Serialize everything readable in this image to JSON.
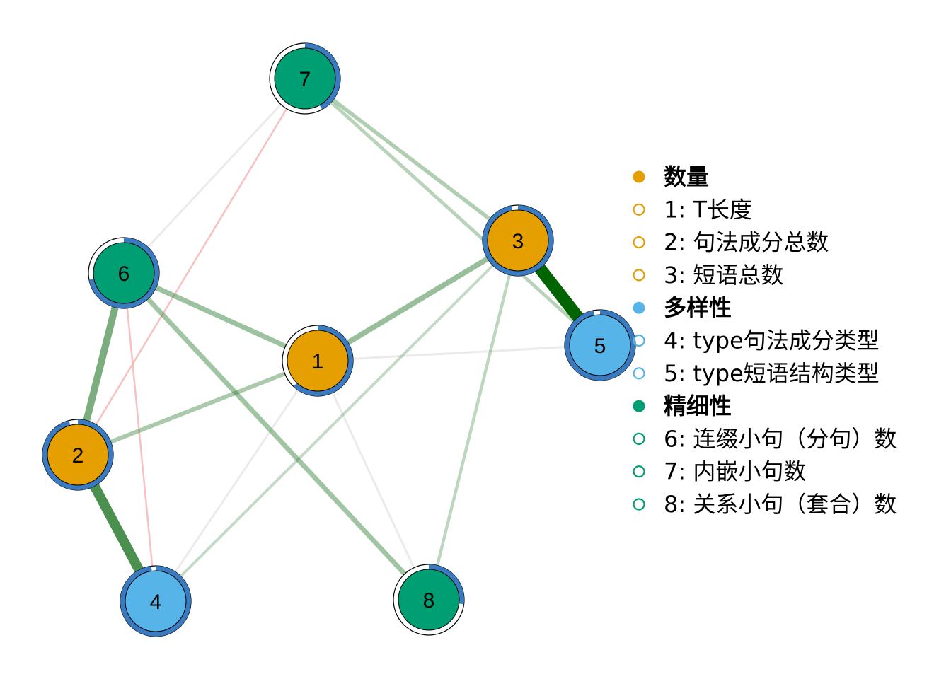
{
  "colors": {
    "quantity": "#E69F00",
    "diversity": "#56B4E9",
    "detail": "#009E73",
    "pie_ring": "#3A7AC0",
    "positive_edge": "#2E7D32",
    "negative_edge": "#F4A6A6",
    "weak_edge": "#CCCCCC"
  },
  "nodes": [
    {
      "id": "1",
      "label": "1",
      "group": "quantity",
      "pie": 0.62
    },
    {
      "id": "2",
      "label": "2",
      "group": "quantity",
      "pie": 0.96
    },
    {
      "id": "3",
      "label": "3",
      "group": "quantity",
      "pie": 0.97
    },
    {
      "id": "4",
      "label": "4",
      "group": "diversity",
      "pie": 0.98
    },
    {
      "id": "5",
      "label": "5",
      "group": "diversity",
      "pie": 0.97
    },
    {
      "id": "6",
      "label": "6",
      "group": "detail",
      "pie": 0.72
    },
    {
      "id": "7",
      "label": "7",
      "group": "detail",
      "pie": 0.42
    },
    {
      "id": "8",
      "label": "8",
      "group": "detail",
      "pie": 0.27
    }
  ],
  "edges": [
    {
      "source": "3",
      "target": "5",
      "sign": "positive",
      "weight": 0.95
    },
    {
      "source": "2",
      "target": "4",
      "sign": "positive",
      "weight": 0.75
    },
    {
      "source": "2",
      "target": "6",
      "sign": "positive",
      "weight": 0.5
    },
    {
      "source": "1",
      "target": "3",
      "sign": "positive",
      "weight": 0.35
    },
    {
      "source": "1",
      "target": "6",
      "sign": "positive",
      "weight": 0.32
    },
    {
      "source": "6",
      "target": "8",
      "sign": "positive",
      "weight": 0.3
    },
    {
      "source": "1",
      "target": "2",
      "sign": "positive",
      "weight": 0.25
    },
    {
      "source": "7",
      "target": "3",
      "sign": "positive",
      "weight": 0.22
    },
    {
      "source": "7",
      "target": "5",
      "sign": "positive",
      "weight": 0.18
    },
    {
      "source": "3",
      "target": "8",
      "sign": "positive",
      "weight": 0.15
    },
    {
      "source": "3",
      "target": "4",
      "sign": "positive",
      "weight": 0.12
    },
    {
      "source": "7",
      "target": "6",
      "sign": "weak",
      "weight": 0.15
    },
    {
      "source": "1",
      "target": "4",
      "sign": "weak",
      "weight": 0.1
    },
    {
      "source": "1",
      "target": "8",
      "sign": "weak",
      "weight": 0.06
    },
    {
      "source": "1",
      "target": "5",
      "sign": "weak",
      "weight": 0.06
    },
    {
      "source": "7",
      "target": "2",
      "sign": "negative",
      "weight": 0.12
    },
    {
      "source": "6",
      "target": "4",
      "sign": "negative",
      "weight": 0.1
    }
  ],
  "legend": [
    {
      "type": "group",
      "key": "quantity",
      "text": "数量"
    },
    {
      "type": "item",
      "key": "quantity",
      "text": "1: T长度"
    },
    {
      "type": "item",
      "key": "quantity",
      "text": "2: 句法成分总数"
    },
    {
      "type": "item",
      "key": "quantity",
      "text": "3: 短语总数"
    },
    {
      "type": "group",
      "key": "diversity",
      "text": "多样性"
    },
    {
      "type": "item",
      "key": "diversity",
      "text": "4: type句法成分类型"
    },
    {
      "type": "item",
      "key": "diversity",
      "text": "5: type短语结构类型"
    },
    {
      "type": "group",
      "key": "detail",
      "text": "精细性"
    },
    {
      "type": "item",
      "key": "detail",
      "text": "6: 连缀小句（分句）数"
    },
    {
      "type": "item",
      "key": "detail",
      "text": "7: 内嵌小句数"
    },
    {
      "type": "item",
      "key": "detail",
      "text": "8: 关系小句（套合）数"
    }
  ]
}
